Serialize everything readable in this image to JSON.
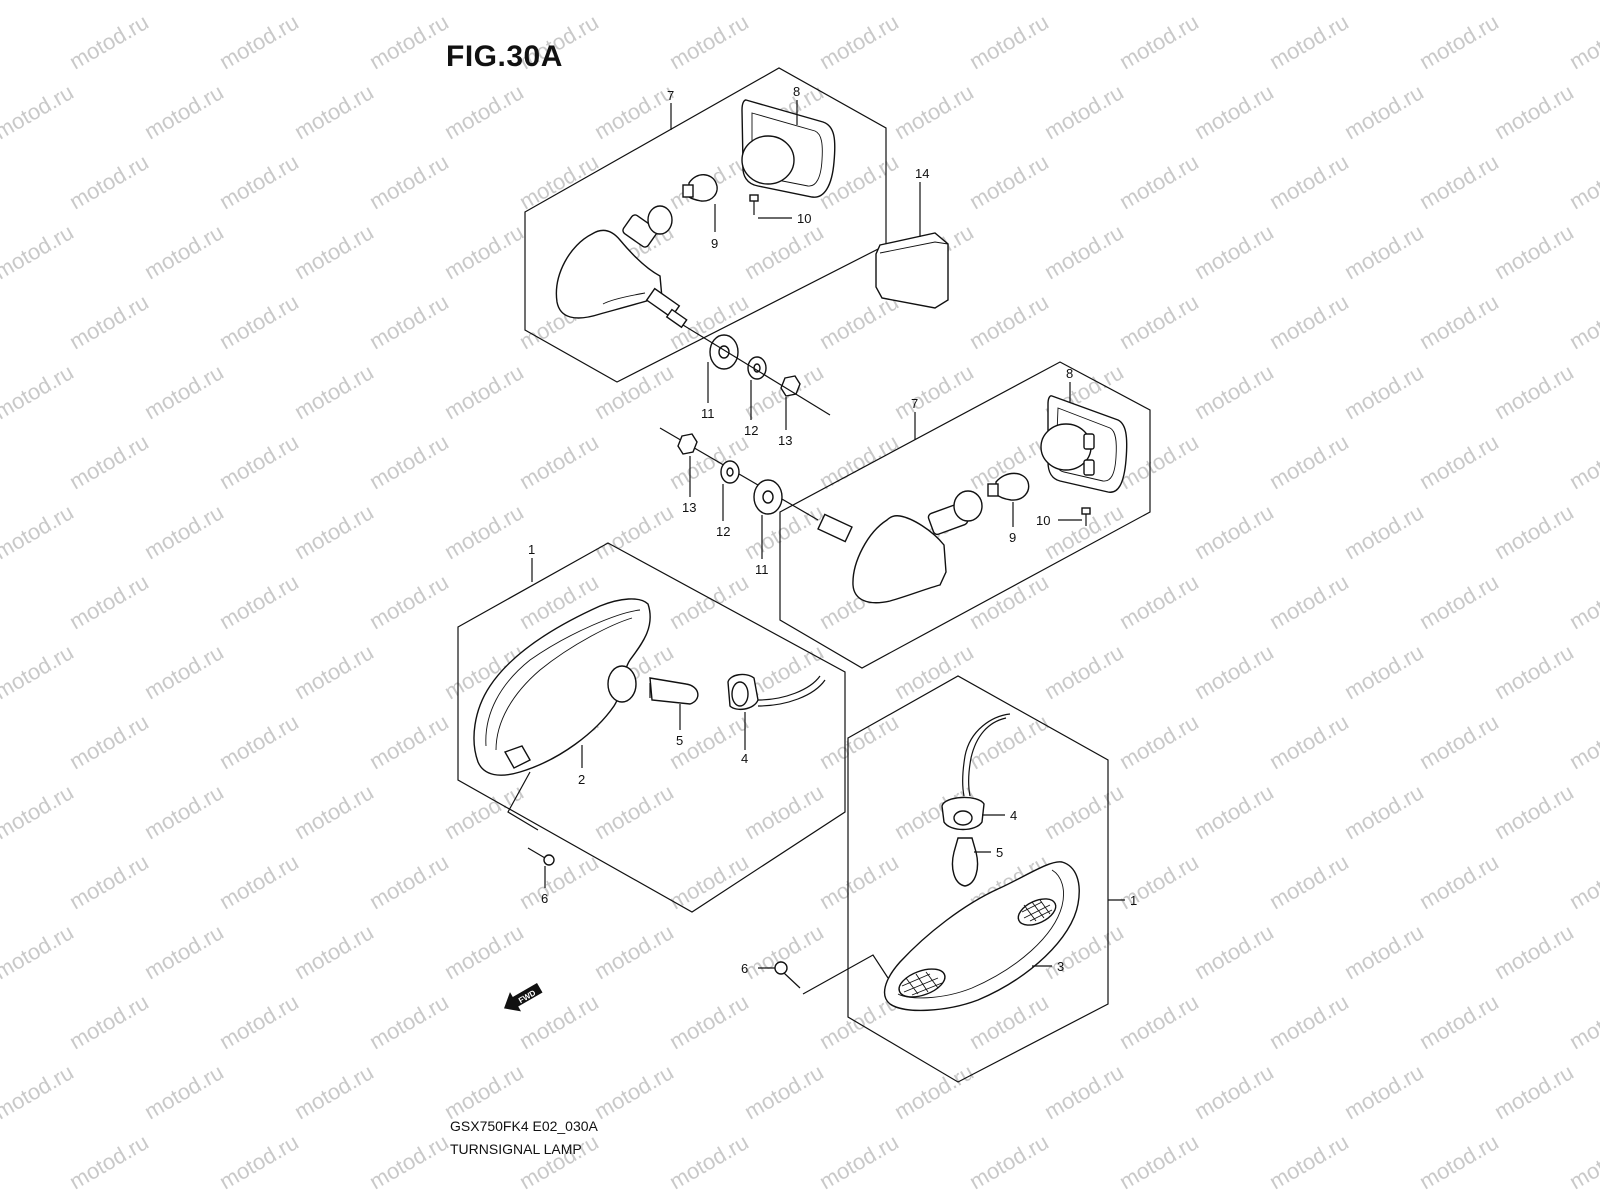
{
  "figure": {
    "title": "FIG.30A",
    "model_code": "GSX750FK4 E02_030A",
    "section_name": "TURNSIGNAL LAMP",
    "fwd_marker": "FWD"
  },
  "watermark": {
    "text": "motod.ru"
  },
  "callouts": {
    "upper_left": {
      "assembly": "7",
      "lens": "8",
      "bulb": "9",
      "screw": "10",
      "cushion": "11",
      "washer": "12",
      "nut": "13"
    },
    "loose": {
      "shade": "14"
    },
    "upper_right": {
      "assembly": "7",
      "lens": "8",
      "bulb": "9",
      "screw": "10",
      "cushion": "11",
      "washer": "12",
      "nut": "13"
    },
    "lower_left": {
      "assembly": "1",
      "housing": "2",
      "socket": "4",
      "bulb": "5",
      "screw": "6"
    },
    "lower_right": {
      "assembly": "1",
      "lens": "3",
      "socket": "4",
      "bulb": "5",
      "screw": "6"
    }
  }
}
